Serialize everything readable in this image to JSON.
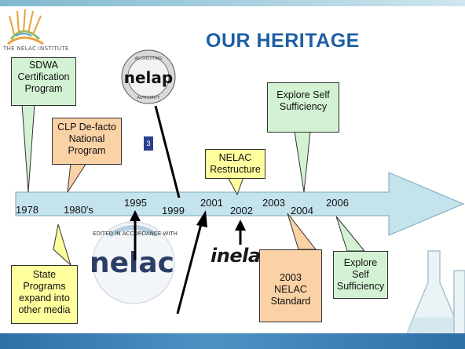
{
  "title": "OUR HERITAGE",
  "logo": {
    "caption": "THE NELAC INSTITUTE"
  },
  "seals": {
    "nelap": {
      "word": "nelap",
      "ring_top": "ACCREDITING",
      "ring_bottom": "AUTHORITY"
    },
    "nelac": {
      "word": "nelac",
      "ring": "EDITED IN ACCORDANCE WITH"
    }
  },
  "blue_tag": "3",
  "inela_logo": "inela",
  "timeline": {
    "years": [
      "1978",
      "1980's",
      "1995",
      "1999",
      "2001",
      "2002",
      "2003",
      "2004",
      "2006"
    ]
  },
  "callouts": {
    "sdwa": [
      "SDWA",
      "Certification",
      "Program"
    ],
    "clp": [
      "CLP De-facto",
      "National",
      "Program"
    ],
    "explore_top": [
      "Explore Self",
      "Sufficiency"
    ],
    "nelac_restructure": [
      "NELAC",
      "Restructure"
    ],
    "state_programs": [
      "State",
      "Programs",
      "expand into",
      "other media"
    ],
    "standard_2003": [
      "2003",
      "NELAC",
      "Standard"
    ],
    "explore_bottom": [
      "Explore",
      "Self",
      "Sufficiency"
    ]
  },
  "colors": {
    "title": "#1f5fa5",
    "arrow_fill": "#c4e3ec",
    "green_box": "#d3f2d3",
    "peach_box": "#fbd1a6",
    "yellow_box": "#ffff9e"
  }
}
